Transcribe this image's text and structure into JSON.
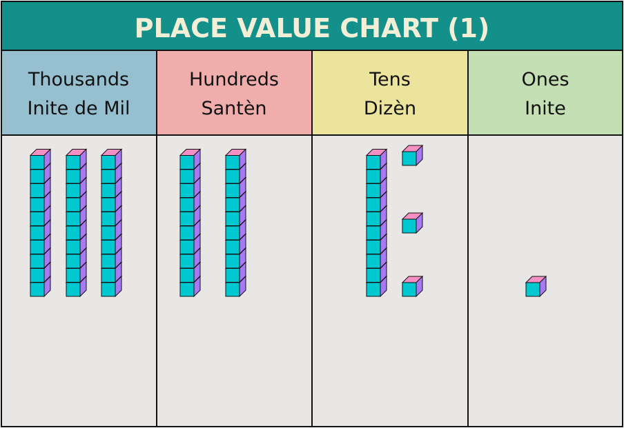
{
  "title": "PLACE VALUE CHART (1)",
  "columns": [
    {
      "key": "thousands",
      "label_en": "Thousands",
      "label_ht": "Inite de Mil",
      "color": "#96bfd0",
      "rods": 3,
      "cubes": 0
    },
    {
      "key": "hundreds",
      "label_en": "Hundreds",
      "label_ht": "Santèn",
      "color": "#efaeac",
      "rods": 2,
      "cubes": 0
    },
    {
      "key": "tens",
      "label_en": "Tens",
      "label_ht": "Dizèn",
      "color": "#ece49c",
      "rods": 1,
      "cubes": 3
    },
    {
      "key": "ones",
      "label_en": "Ones",
      "label_ht": "Inite",
      "color": "#c4dfb4",
      "rods": 0,
      "cubes": 1
    }
  ],
  "colors": {
    "title_bg": "#14908a",
    "title_text": "#f3efd6",
    "body_bg": "#e8e7e6",
    "cube_front": "#00c8d1",
    "cube_top": "#f58fc4",
    "cube_side": "#a879f3",
    "border": "#111111"
  }
}
